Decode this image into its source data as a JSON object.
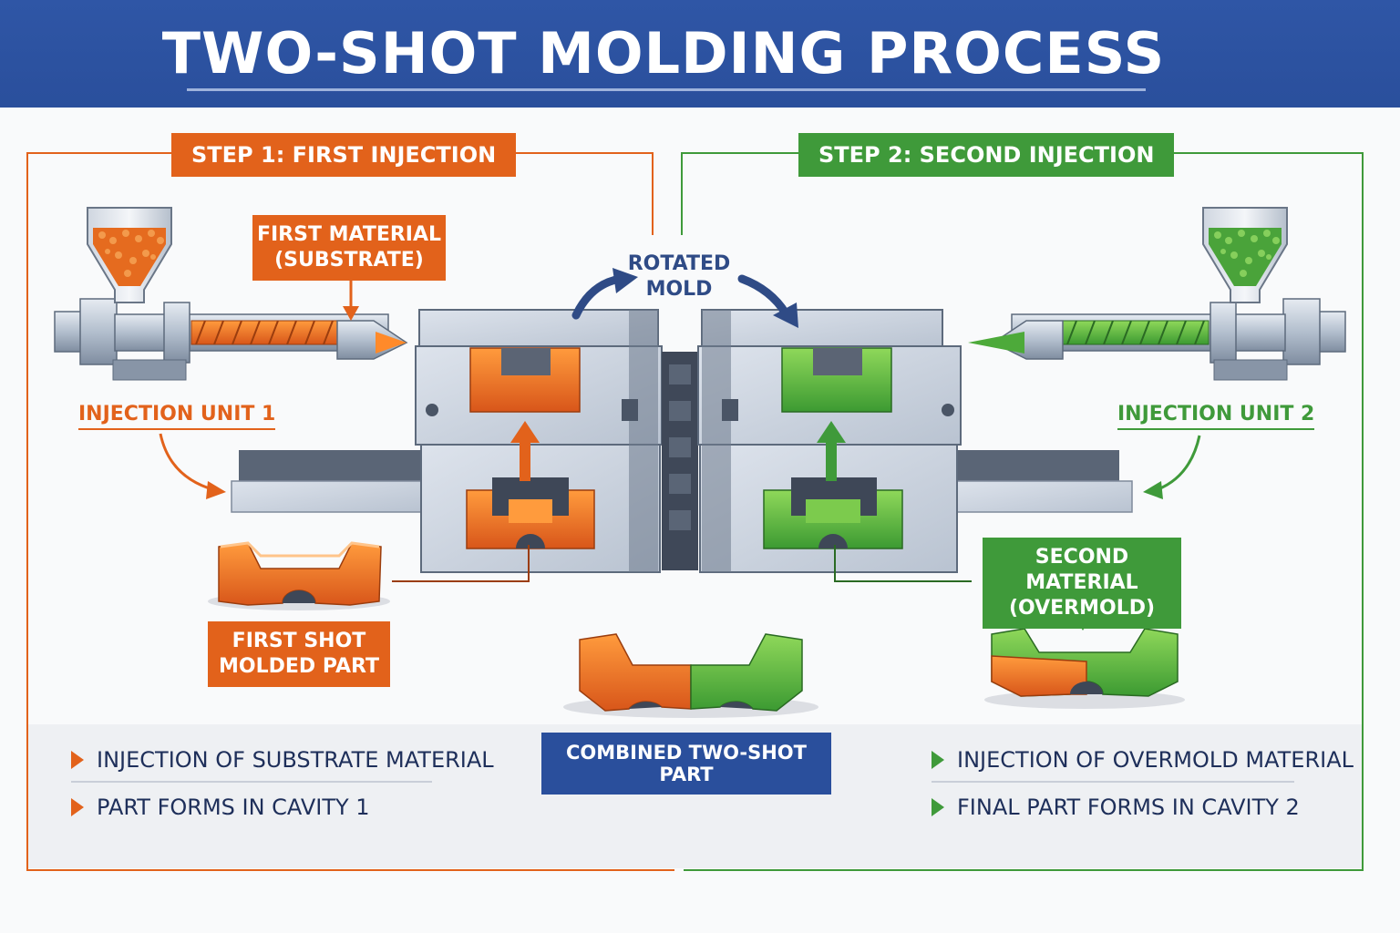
{
  "title": "TWO-SHOT MOLDING PROCESS",
  "step1": {
    "title": "STEP 1: FIRST INJECTION",
    "material_label_line1": "FIRST MATERIAL",
    "material_label_line2": "(SUBSTRATE)",
    "unit_label": "INJECTION UNIT 1",
    "part_label_line1": "FIRST SHOT",
    "part_label_line2": "MOLDED PART",
    "bullets": [
      "INJECTION OF SUBSTRATE MATERIAL",
      "PART FORMS IN CAVITY 1"
    ]
  },
  "step2": {
    "title": "STEP 2: SECOND INJECTION",
    "material_label_line1": "SECOND MATERIAL",
    "material_label_line2": "(OVERMOLD)",
    "unit_label": "INJECTION UNIT 2",
    "bullets": [
      "INJECTION OF OVERMOLD MATERIAL",
      "FINAL PART FORMS IN CAVITY 2"
    ]
  },
  "center": {
    "rotated_line1": "ROTATED",
    "rotated_line2": "MOLD",
    "combined_label": "COMBINED TWO-SHOT PART"
  },
  "colors": {
    "orange": "#e2621b",
    "green": "#3f9a3a",
    "blue": "#2a4f9c",
    "steel": "#b9c4d3"
  },
  "icons": [
    "hopper-icon",
    "injection-screw-icon",
    "mold-block-icon",
    "molded-part-icon",
    "arrow-icon",
    "bullet-triangle-icon"
  ]
}
